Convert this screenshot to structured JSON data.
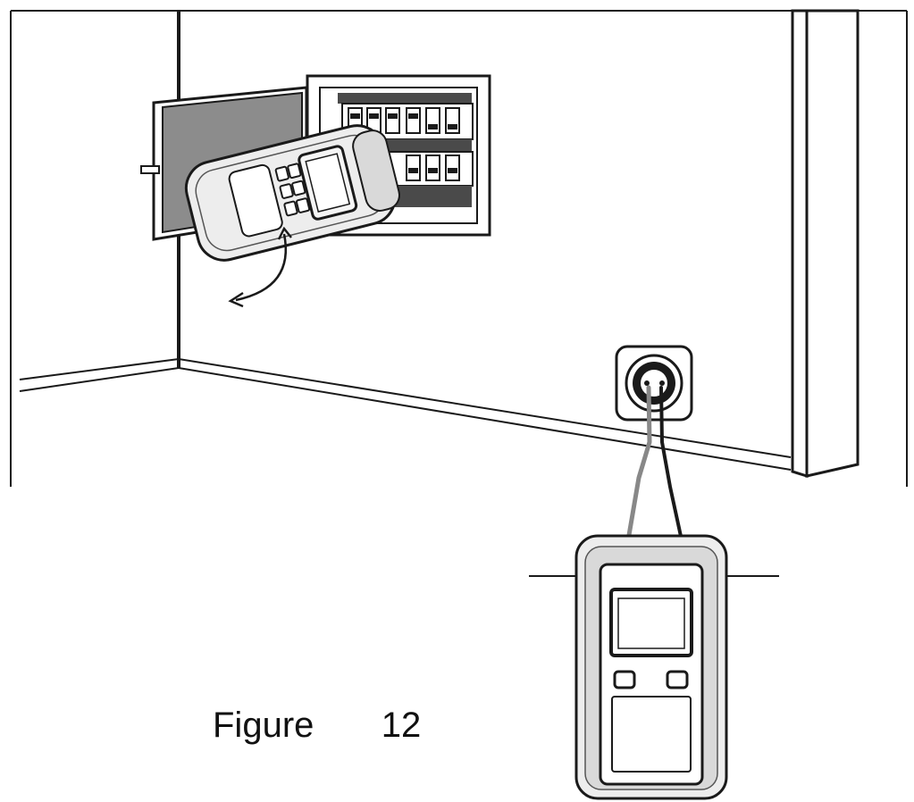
{
  "figure": {
    "caption": "Figure   12"
  },
  "colors": {
    "line": "#1a1a1a",
    "panel_door": "#8c8c8c",
    "breaker_strip": "#4a4a4a",
    "device_body": "#ededed",
    "device_grip": "#d9d9d9",
    "screen": "#f5f5f5",
    "grey_lead": "#888888",
    "black_lead": "#1a1a1a"
  },
  "illustration": {
    "scene": "wall-corner-with-breaker-panel-and-socket",
    "devices": [
      "breaker-finder-receiver",
      "breaker-finder-transmitter"
    ],
    "motion_icon": "curved-double-arrow-icon"
  }
}
